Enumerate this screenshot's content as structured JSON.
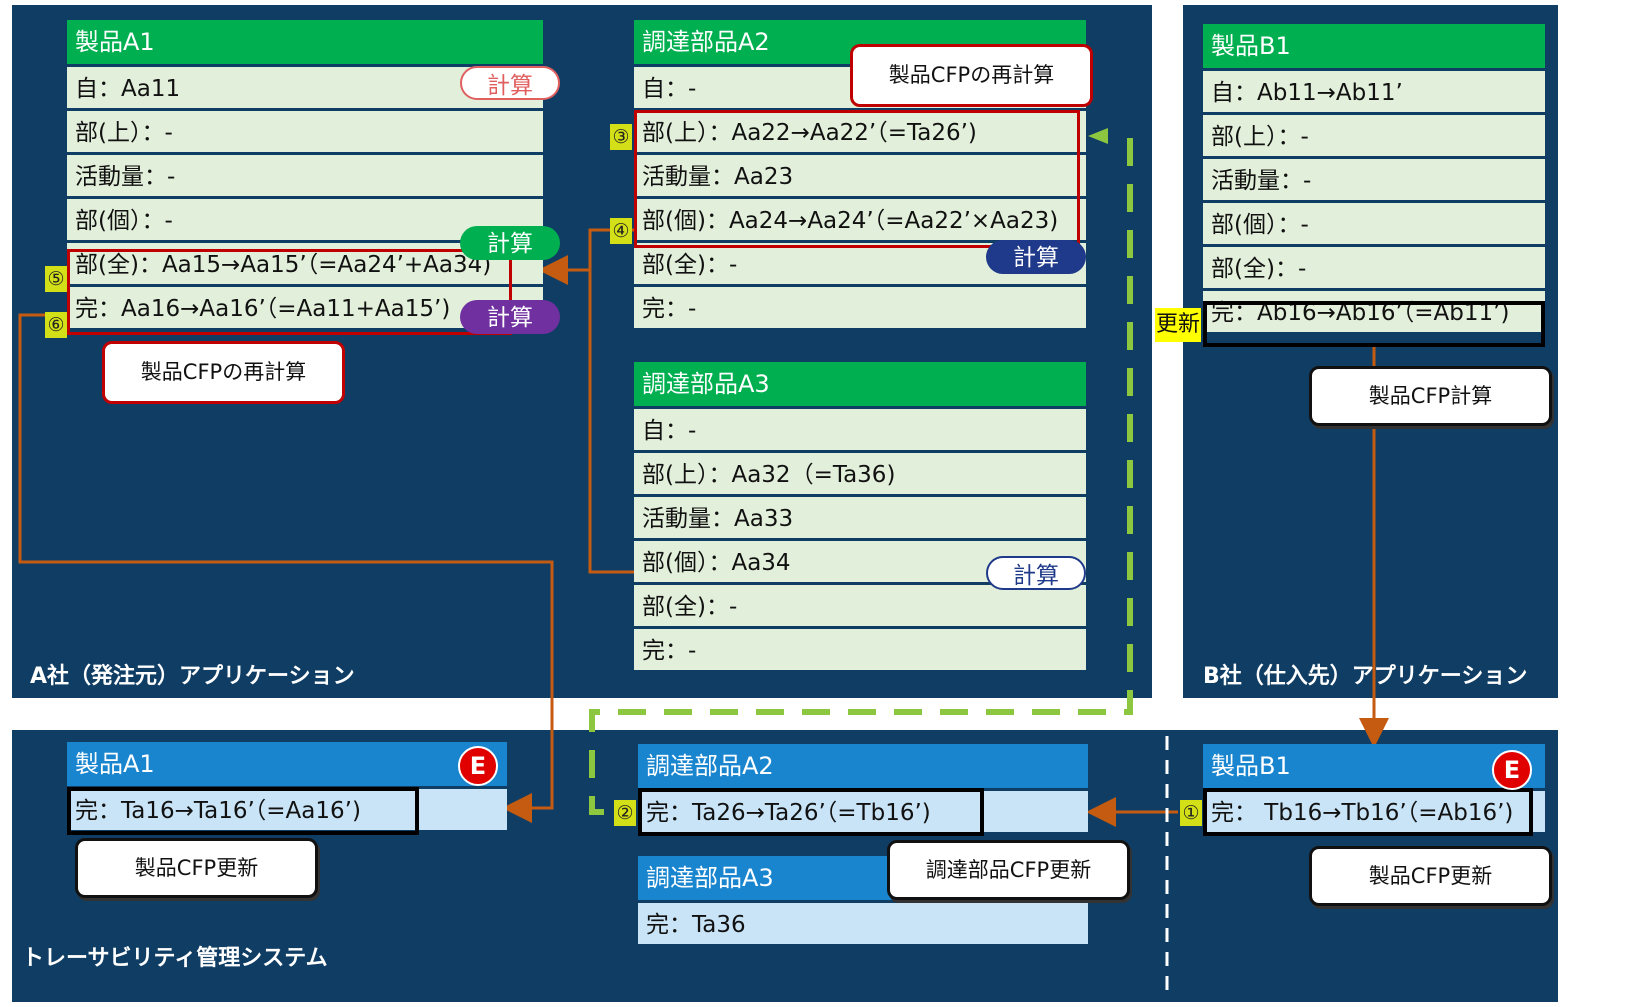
{
  "panels": {
    "company_a": "A社（発注元）アプリケーション",
    "company_b": "B社（仕入先）アプリケーション",
    "traceability": "トレーサビリティ管理システム"
  },
  "a1": {
    "title": "製品A1",
    "rows": [
      "自：Aa11",
      "部(上）：-",
      "活動量：-",
      "部(個）：-",
      "部(全)：Aa15→Aa15’（=Aa24’+Aa34)",
      "完：Aa16→Aa16’（=Aa11+Aa15’)"
    ]
  },
  "a2": {
    "title": "調達部品A2",
    "rows": [
      "自：-",
      "部(上）：Aa22→Aa22’（=Ta26’)",
      "活動量：Aa23",
      "部(個)：Aa24→Aa24’（=Aa22’×Aa23)",
      "部(全)：-",
      "完：-"
    ]
  },
  "a3": {
    "title": "調達部品A3",
    "rows": [
      "自：-",
      "部(上）：Aa32（=Ta36)",
      "活動量：Aa33",
      "部(個）：Aa34",
      "部(全)：-",
      "完：-"
    ]
  },
  "b1": {
    "title": "製品B1",
    "rows": [
      "自：Ab11→Ab11’",
      "部(上）：-",
      "活動量：-",
      "部(個）：-",
      "部(全)：-",
      "完：Ab16→Ab16’（=Ab11’)"
    ]
  },
  "t_a1": {
    "title": "製品A1",
    "row": "完：Ta16→Ta16’（=Aa16’)"
  },
  "t_a2": {
    "title": "調達部品A2",
    "row": "完：Ta26→Ta26’（=Tb16’)"
  },
  "t_a3": {
    "title": "調達部品A3",
    "row": "完：Ta36"
  },
  "t_b1": {
    "title": "製品B1",
    "row": "完： Tb16→Tb16’（=Ab16’)"
  },
  "callouts": {
    "recalc_a2": "製品CFPの再計算",
    "recalc_a1": "製品CFPの再計算",
    "calc_b1": "製品CFP計算",
    "update_a1": "製品CFP更新",
    "update_a2": "調達部品CFP更新",
    "update_b1": "製品CFP更新"
  },
  "badges": {
    "calc": "計算"
  },
  "steps": [
    "①",
    "②",
    "③",
    "④",
    "⑤",
    "⑥"
  ],
  "update_label": "更新",
  "event_icon": "E",
  "colors": {
    "panel": "#0f3d63",
    "app_header": "#00b050",
    "trace_header": "#1a85cf",
    "app_row": "#e2efda",
    "trace_row": "#c9e4f7",
    "arrow": "#c55a11",
    "dashed": "#8dc63f",
    "highlight": "#c00000"
  }
}
